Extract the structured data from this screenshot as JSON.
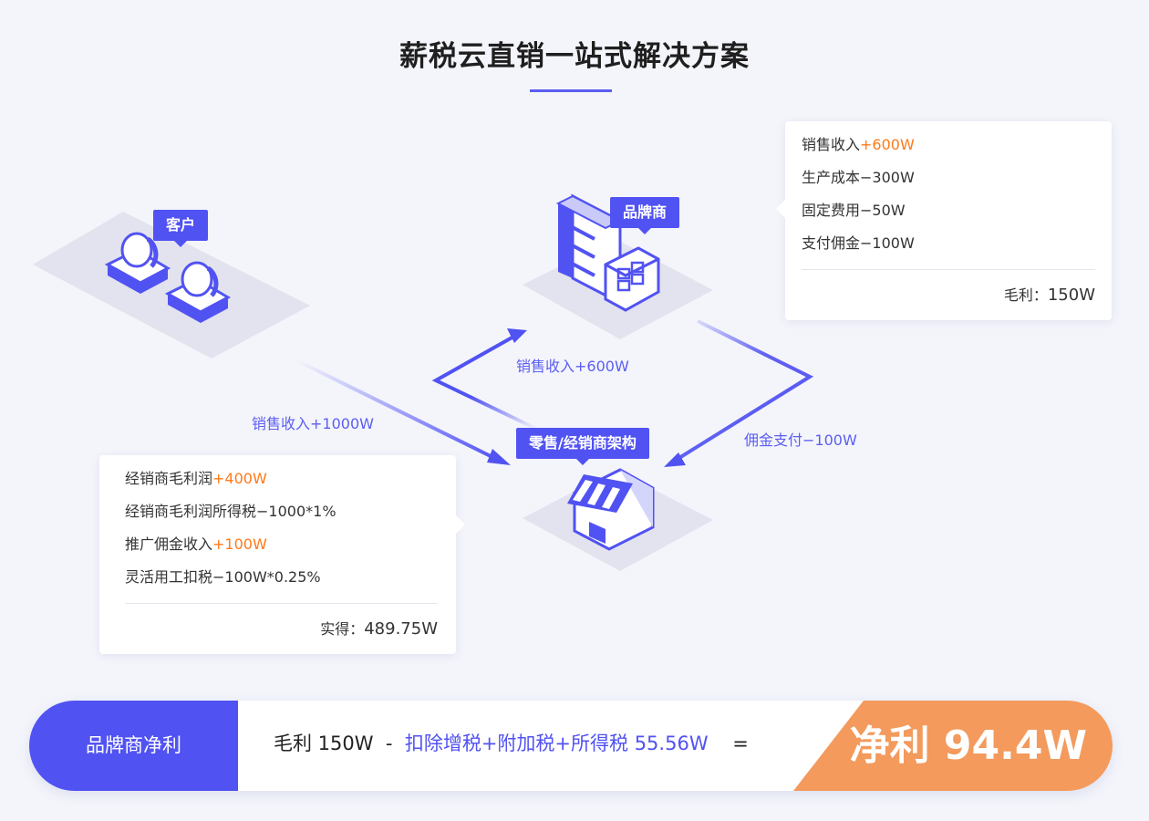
{
  "title": "薪税云直销一站式解决方案",
  "tags": {
    "customer": "客户",
    "brand": "品牌商",
    "retail": "零售/经销商架构"
  },
  "flows": {
    "customer_to_retail": "销售收入+1000W",
    "retail_to_brand": "销售收入+600W",
    "brand_to_retail": "佣金支付−100W"
  },
  "brand_card": {
    "lines": [
      {
        "text": "销售收入",
        "value": "+600W",
        "highlight": true
      },
      {
        "text": "生产成本",
        "value": "−300W",
        "highlight": false
      },
      {
        "text": "固定费用",
        "value": "−50W",
        "highlight": false
      },
      {
        "text": "支付佣金",
        "value": "−100W",
        "highlight": false
      }
    ],
    "footer_label": "毛利：",
    "footer_value": "150W"
  },
  "retail_card": {
    "lines": [
      {
        "text": "经销商毛利润",
        "value": "+400W",
        "highlight": true
      },
      {
        "text": "经销商毛利润所得税",
        "value": "−1000*1%",
        "highlight": false
      },
      {
        "text": "推广佣金收入",
        "value": "+100W",
        "highlight": true
      },
      {
        "text": "灵活用工扣税",
        "value": "−100W*0.25%",
        "highlight": false
      }
    ],
    "footer_label": "实得：",
    "footer_value": "489.75W"
  },
  "bottom": {
    "label": "品牌商净利",
    "gross": "毛利 150W",
    "minus": "-",
    "deduct": "扣除增税+附加税+所得税 55.56W",
    "equals": "=",
    "net": "净利 94.4W"
  },
  "colors": {
    "accent": "#5152f2",
    "highlight": "#ff7a1a",
    "net_bg": "#f39a5c"
  },
  "icons": [
    "users-icon",
    "server-building-icon",
    "store-icon"
  ]
}
